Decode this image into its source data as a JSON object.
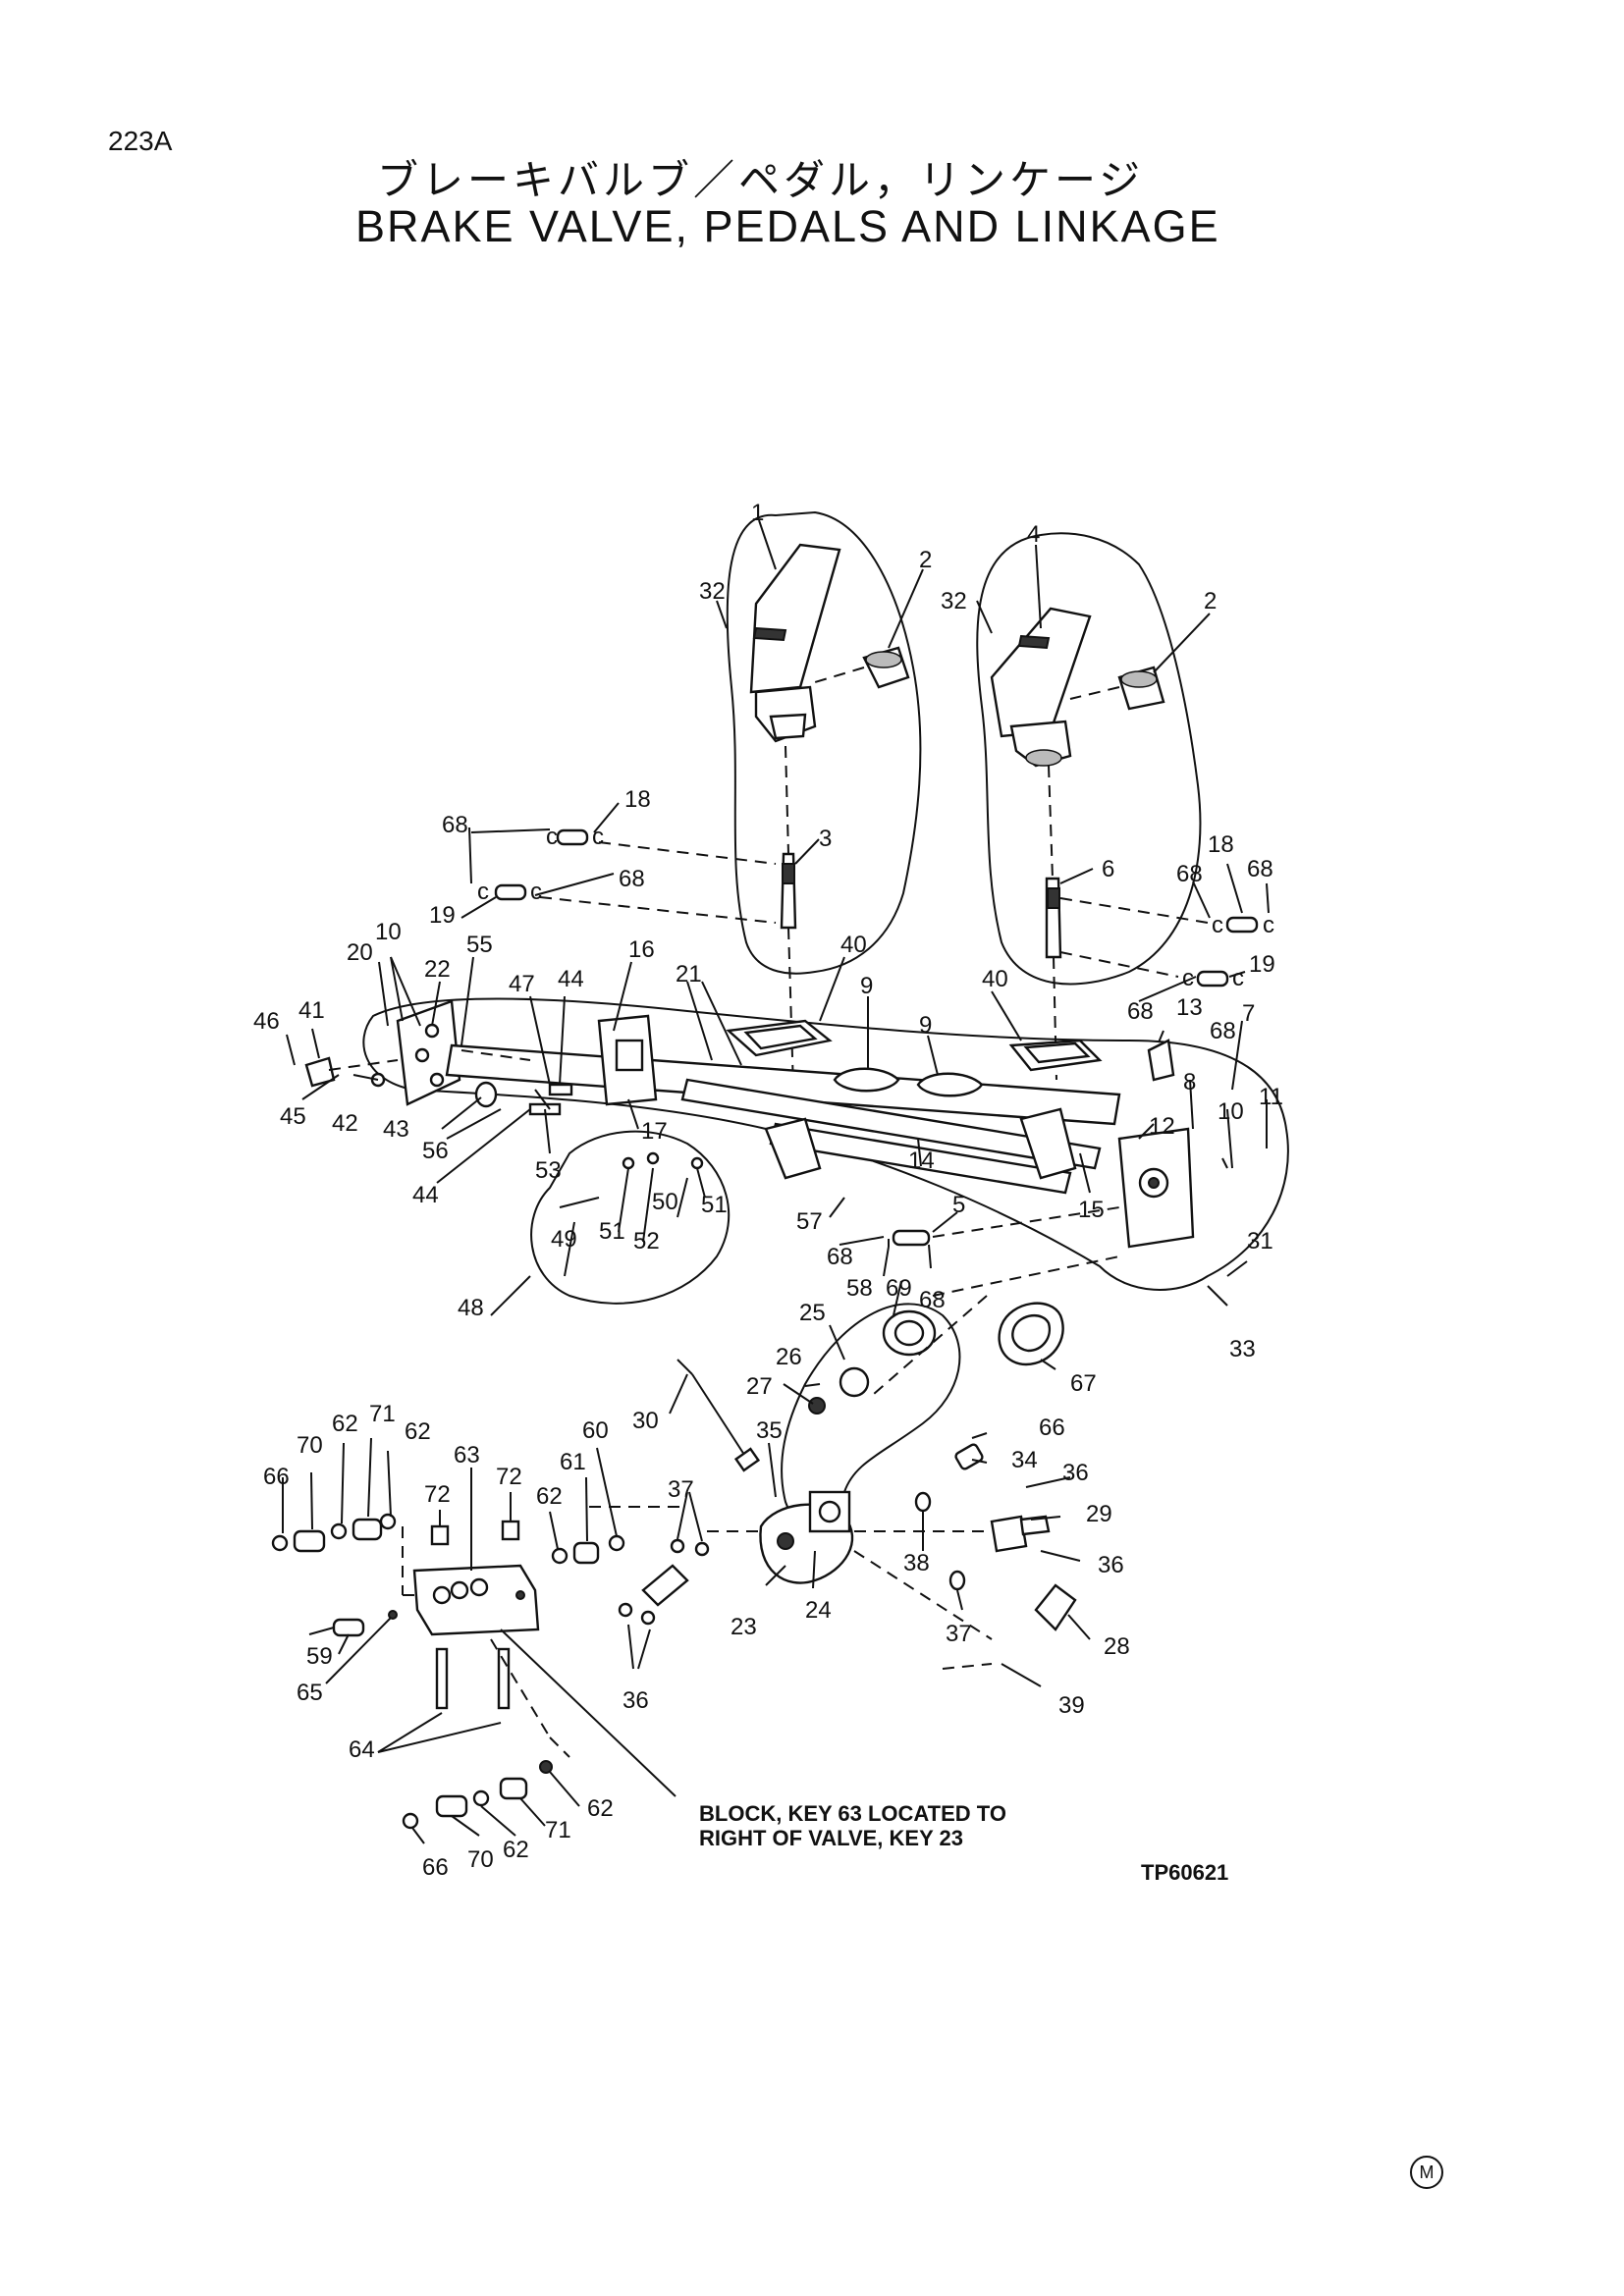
{
  "page": {
    "number": "223A",
    "title_jp": "ブレーキバルブ／ペダル，リンケージ",
    "title_en": "BRAKE VALVE, PEDALS AND LINKAGE",
    "figure_id": "TP60621",
    "manufacturer_mark": "M"
  },
  "note": {
    "line1": "BLOCK, KEY 63 LOCATED TO",
    "line2": "RIGHT OF VALVE, KEY 23"
  },
  "callouts": {
    "c1": "1",
    "c2a": "2",
    "c2b": "2",
    "c3": "3",
    "c4": "4",
    "c5": "5",
    "c6": "6",
    "c7": "7",
    "c8": "8",
    "c9a": "9",
    "c9b": "9",
    "c10a": "10",
    "c10b": "10",
    "c11": "11",
    "c12": "12",
    "c13": "13",
    "c14": "14",
    "c15": "15",
    "c16": "16",
    "c17": "17",
    "c18a": "18",
    "c18b": "18",
    "c19a": "19",
    "c19b": "19",
    "c20": "20",
    "c21": "21",
    "c22": "22",
    "c23": "23",
    "c24": "24",
    "c25": "25",
    "c26": "26",
    "c27": "27",
    "c28": "28",
    "c29": "29",
    "c30": "30",
    "c31": "31",
    "c32a": "32",
    "c32b": "32",
    "c33": "33",
    "c34": "34",
    "c35": "35",
    "c36a": "36",
    "c36b": "36",
    "c36c": "36",
    "c37a": "37",
    "c37b": "37",
    "c38": "38",
    "c39": "39",
    "c40a": "40",
    "c40b": "40",
    "c41": "41",
    "c42": "42",
    "c43": "43",
    "c44a": "44",
    "c44b": "44",
    "c45": "45",
    "c46": "46",
    "c47": "47",
    "c48": "48",
    "c49": "49",
    "c50": "50",
    "c51a": "51",
    "c51b": "51",
    "c52": "52",
    "c53": "53",
    "c55": "55",
    "c56": "56",
    "c57": "57",
    "c58": "58",
    "c59": "59",
    "c60": "60",
    "c61": "61",
    "c62a": "62",
    "c62b": "62",
    "c62c": "62",
    "c62d": "62",
    "c62e": "62",
    "c63": "63",
    "c64": "64",
    "c65": "65",
    "c66a": "66",
    "c66b": "66",
    "c66c": "66",
    "c67": "67",
    "c68a": "68",
    "c68b": "68",
    "c68c": "68",
    "c68d": "68",
    "c68e": "68",
    "c68f": "68",
    "c68g": "68",
    "c69": "69",
    "c70a": "70",
    "c70b": "70",
    "c71a": "71",
    "c71b": "71",
    "c72a": "72",
    "c72b": "72"
  }
}
